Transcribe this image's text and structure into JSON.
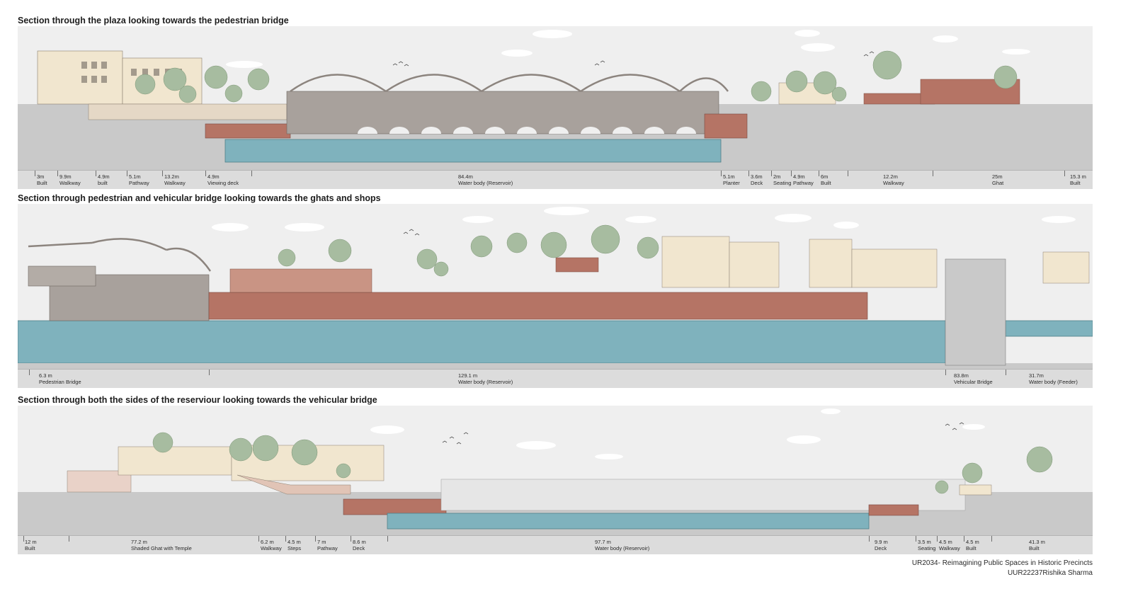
{
  "sections": [
    {
      "title": "Section through the plaza looking towards the pedestrian bridge",
      "dimensions": [
        {
          "value": "3m",
          "label": "Built"
        },
        {
          "value": "9.9m",
          "label": "Walkway"
        },
        {
          "value": "4.9m",
          "label": "built"
        },
        {
          "value": "5.1m",
          "label": "Pathway"
        },
        {
          "value": "13.2m",
          "label": "Walkway"
        },
        {
          "value": "4.9m",
          "label": "Viewing deck"
        },
        {
          "value": "84.4m",
          "label": "Water body (Reservoir)"
        },
        {
          "value": "5.1m",
          "label": "Planter"
        },
        {
          "value": "3.6m",
          "label": "Deck"
        },
        {
          "value": "2m",
          "label": "Seating"
        },
        {
          "value": "4.9m",
          "label": "Pathway"
        },
        {
          "value": "6m",
          "label": "Built"
        },
        {
          "value": "12.2m",
          "label": "Walkway"
        },
        {
          "value": "25m",
          "label": "Ghat"
        },
        {
          "value": "15.3 m",
          "label": "Built"
        }
      ]
    },
    {
      "title": "Section through pedestrian and vehicular bridge looking towards the ghats and shops",
      "dimensions": [
        {
          "value": "6.3 m",
          "label": "Pedestrian Bridge"
        },
        {
          "value": "129.1 m",
          "label": "Water body (Reservoir)"
        },
        {
          "value": "83.8m",
          "label": "Vehicular Bridge"
        },
        {
          "value": "31.7m",
          "label": "Water body (Feeder)"
        }
      ]
    },
    {
      "title": "Section through both the sides of the reserviour looking towards the vehicular bridge",
      "dimensions": [
        {
          "value": "12 m",
          "label": "Built"
        },
        {
          "value": "77.2 m",
          "label": "Shaded Ghat with Temple"
        },
        {
          "value": "6.2 m",
          "label": "Walkway"
        },
        {
          "value": "4.5 m",
          "label": "Steps"
        },
        {
          "value": "7 m",
          "label": "Pathway"
        },
        {
          "value": "8.6 m",
          "label": "Deck"
        },
        {
          "value": "97.7 m",
          "label": "Water body (Reservoir)"
        },
        {
          "value": "9.9 m",
          "label": "Deck"
        },
        {
          "value": "3.5 m",
          "label": "Seating"
        },
        {
          "value": "4.5 m",
          "label": "Walkway"
        },
        {
          "value": "4.5 m",
          "label": "Built"
        },
        {
          "value": "41.3 m",
          "label": "Built"
        }
      ]
    }
  ],
  "credits": {
    "line1": "UR2034- Reimagining Public Spaces in Historic Precincts",
    "line2": "UUR22237Rishika Sharma"
  },
  "palette": {
    "water": "#7fb2bd",
    "ground": "#c9c9c9",
    "brick": "#b57465",
    "structure": "#a8a19c",
    "building": "#f1e6cf",
    "tree": "#a7bca0",
    "sky": "#efefef"
  }
}
